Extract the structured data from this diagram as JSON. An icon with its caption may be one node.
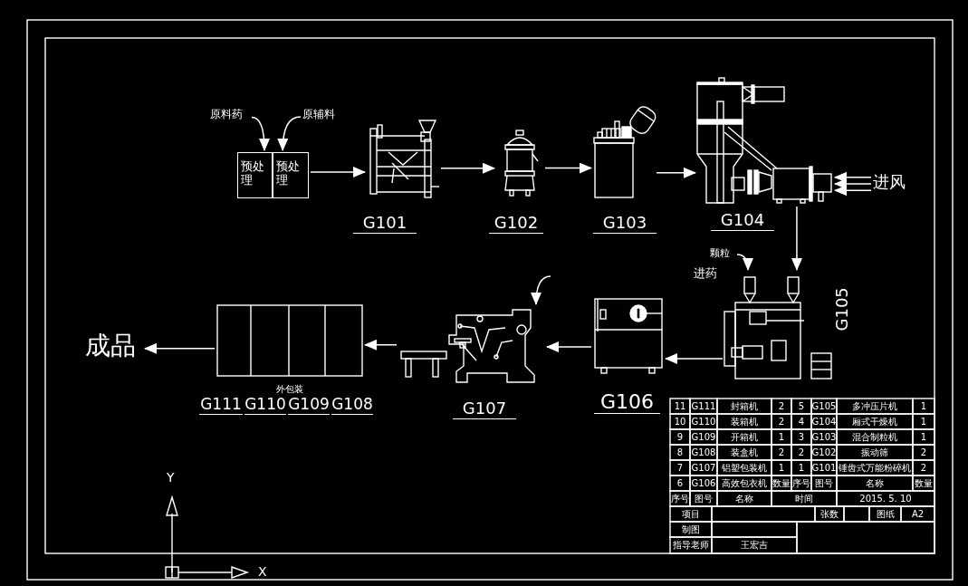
{
  "diagram": {
    "nodes": [
      {
        "text": [
          "预处理"
        ]
      },
      {
        "text": [
          "预处理"
        ]
      },
      {
        "text": [
          "原料药"
        ]
      },
      {
        "text": [
          "原辅料"
        ]
      },
      {
        "text": [],
        "shape": "picture",
        "beside": [
          "G101"
        ]
      },
      {
        "text": [],
        "shape": "picture",
        "beside": [
          "G102"
        ]
      },
      {
        "text": [],
        "shape": "picture",
        "beside": [
          "G103"
        ]
      },
      {
        "text": [],
        "shape": "picture",
        "beside": [
          "G104"
        ]
      },
      {
        "text": [
          "进风"
        ]
      },
      {
        "text": [],
        "shape": "picture",
        "beside": [
          "G105"
        ]
      },
      {
        "text": [
          "颗粒"
        ]
      },
      {
        "text": [],
        "shape": "picture",
        "beside": [
          "G106"
        ]
      },
      {
        "text": [],
        "shape": "picture",
        "beside": [
          "G107"
        ]
      },
      {
        "text": [],
        "shape": "box",
        "beside": [
          "外包装",
          "G111",
          "G110",
          "G109",
          "G108"
        ]
      },
      {
        "text": [
          "成品"
        ]
      }
    ],
    "edges": [
      {
        "from": 2,
        "to": 0,
        "arrow": "to"
      },
      {
        "from": 3,
        "to": 1,
        "arrow": "to"
      },
      {
        "from": 1,
        "to": 4,
        "arrow": "to"
      },
      {
        "from": 4,
        "to": 5,
        "arrow": "to"
      },
      {
        "from": 5,
        "to": 6,
        "arrow": "to"
      },
      {
        "from": 6,
        "to": 7,
        "arrow": "to"
      },
      {
        "from": 8,
        "to": 7,
        "arrow": "to"
      },
      {
        "from": 8,
        "to": 7,
        "arrow": "to"
      },
      {
        "from": 8,
        "to": 7,
        "arrow": "to"
      },
      {
        "from": 7,
        "to": 9,
        "arrow": "to"
      },
      {
        "from": 10,
        "to": 9,
        "arrow": "to"
      },
      {
        "from": 9,
        "to": 11,
        "arrow": "to"
      },
      {
        "from": 11,
        "to": 12,
        "arrow": "to"
      },
      {
        "from": null,
        "to": 12,
        "arrow": "to"
      },
      {
        "from": 12,
        "to": 13,
        "arrow": "to"
      },
      {
        "from": 13,
        "to": 14,
        "arrow": "to"
      }
    ],
    "labels": [
      "进药",
      "11",
      "G111",
      "封箱机",
      "2",
      "5",
      "G105",
      "多冲压片机",
      "1",
      "10",
      "G110",
      "装箱机",
      "2",
      "4",
      "G104",
      "厢式干燥机",
      "1",
      "9",
      "G109",
      "开箱机",
      "1",
      "3",
      "G103",
      "混合制粒机",
      "1",
      "8",
      "G108",
      "装盒机",
      "2",
      "2",
      "G102",
      "振动筛",
      "2",
      "7",
      "G107",
      "铝塑包装机",
      "1",
      "1",
      "G101",
      "锤齿式万能粉碎机",
      "2",
      "6",
      "G106",
      "高效包衣机",
      "数量",
      "序号",
      "图号",
      "名称",
      "数量",
      "序号",
      "图号",
      "名称",
      "时间",
      "2015. 5. 10",
      "项目",
      "张数",
      "图纸",
      "A2",
      "制图",
      "指导老师",
      "王宏吉",
      "Y",
      "X"
    ]
  }
}
